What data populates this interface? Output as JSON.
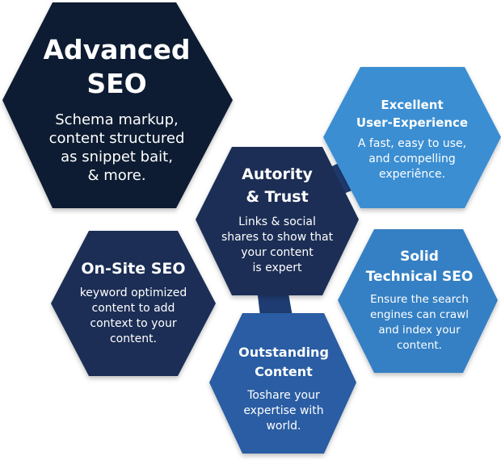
{
  "colors": {
    "navy_dark": "#0f1e33",
    "navy": "#1b2e55",
    "blue_mid": "#24498a",
    "blue": "#2a5da3",
    "sky": "#3a8ed2"
  },
  "hexes": {
    "advanced": {
      "title": [
        "Advanced",
        "SEO"
      ],
      "body": [
        "Schema markup,",
        "content structured",
        "as snippet bait,",
        "& more."
      ]
    },
    "ux": {
      "title": [
        "Excellent",
        "User-Experience"
      ],
      "body": [
        "A fast, easy to use,",
        "and compelling",
        "experiênce."
      ]
    },
    "authority": {
      "title": [
        "Autority",
        "& Trust"
      ],
      "body": [
        "Links & social",
        "shares to show that",
        "your content",
        "is expert"
      ]
    },
    "onsite": {
      "title": [
        "On-Site SEO"
      ],
      "body": [
        "keyword optimized",
        "content to add",
        "context to your",
        "content."
      ]
    },
    "technical": {
      "title": [
        "Solid",
        "Technical SEO"
      ],
      "body": [
        "Ensure the search",
        "engines can crawl",
        "and index your",
        "content."
      ]
    },
    "content": {
      "title": [
        "Outstanding",
        "Content"
      ],
      "body": [
        "Toshare your",
        "expertise with",
        "world."
      ]
    }
  }
}
